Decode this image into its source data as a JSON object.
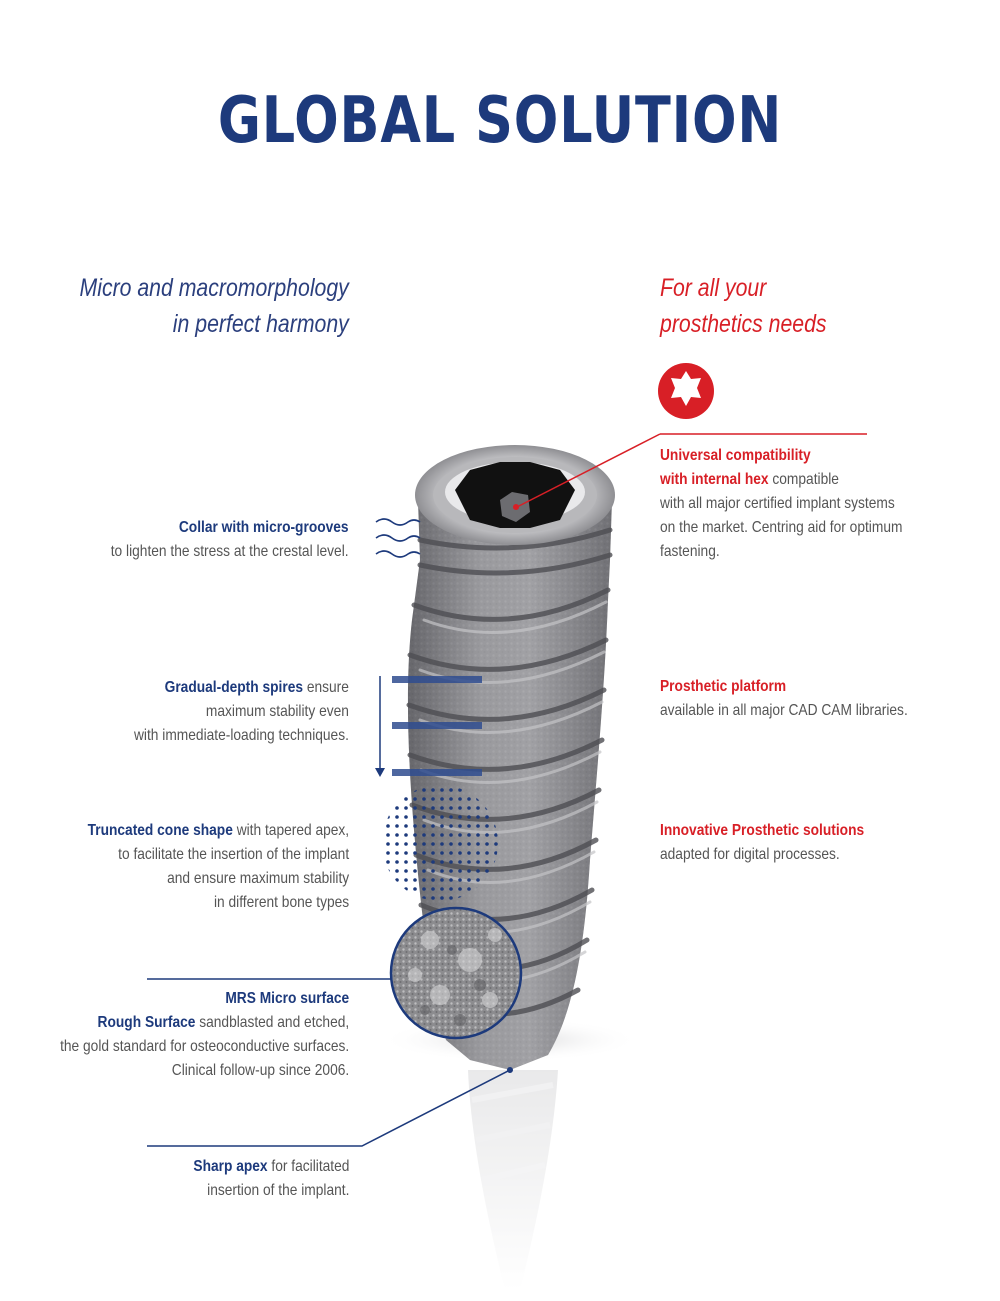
{
  "title": "GLOBAL SOLUTION",
  "colors": {
    "navy": "#1d3a7c",
    "red": "#d81f26",
    "text": "#555555",
    "implant": "#8a8a8e"
  },
  "left_tagline": [
    "Micro and macromorphology",
    "in perfect harmony"
  ],
  "right_tagline": [
    "For all your",
    "prosthetics needs"
  ],
  "icons": {
    "hex": "hex-socket-icon",
    "waves": "wave-lines-icon",
    "arrow": "down-arrow-icon",
    "dots": "dot-pattern-icon",
    "magnifier": "surface-magnifier-icon"
  },
  "left_features": [
    {
      "lines": [
        {
          "bold": "Collar with micro-grooves",
          "rest": ""
        },
        {
          "bold": "",
          "rest": "to lighten the stress at the crestal level."
        }
      ]
    },
    {
      "lines": [
        {
          "bold": "Gradual-depth spires",
          "rest": " ensure"
        },
        {
          "bold": "",
          "rest": "maximum stability even"
        },
        {
          "bold": "",
          "rest": "with immediate-loading techniques."
        }
      ]
    },
    {
      "lines": [
        {
          "bold": "Truncated cone shape",
          "rest": " with tapered apex,"
        },
        {
          "bold": "",
          "rest": "to facilitate the insertion of the implant"
        },
        {
          "bold": "",
          "rest": "and ensure maximum stability"
        },
        {
          "bold": "",
          "rest": "in different bone types"
        }
      ]
    },
    {
      "lines": [
        {
          "bold": "MRS Micro surface",
          "rest": ""
        },
        {
          "bold": "Rough Surface",
          "rest": " sandblasted and etched,"
        },
        {
          "bold": "",
          "rest": "the gold standard for osteoconductive surfaces."
        },
        {
          "bold": "",
          "rest": "Clinical follow-up since 2006."
        }
      ]
    },
    {
      "lines": [
        {
          "bold": "Sharp apex",
          "rest": " for facilitated"
        },
        {
          "bold": "",
          "rest": "insertion of the implant."
        }
      ]
    }
  ],
  "right_features": [
    {
      "lines": [
        {
          "bold": "Universal compatibility",
          "rest": ""
        },
        {
          "bold": "with internal hex",
          "rest": " compatible"
        },
        {
          "bold": "",
          "rest": "with all major certified implant systems"
        },
        {
          "bold": "",
          "rest": "on the market. Centring aid for optimum"
        },
        {
          "bold": "",
          "rest": "fastening."
        }
      ]
    },
    {
      "lines": [
        {
          "bold": "Prosthetic platform",
          "rest": ""
        },
        {
          "bold": "",
          "rest": "available in all major CAD CAM libraries."
        }
      ]
    },
    {
      "lines": [
        {
          "bold": "Innovative Prosthetic solutions",
          "rest": ""
        },
        {
          "bold": "",
          "rest": "adapted for digital processes."
        }
      ]
    }
  ]
}
